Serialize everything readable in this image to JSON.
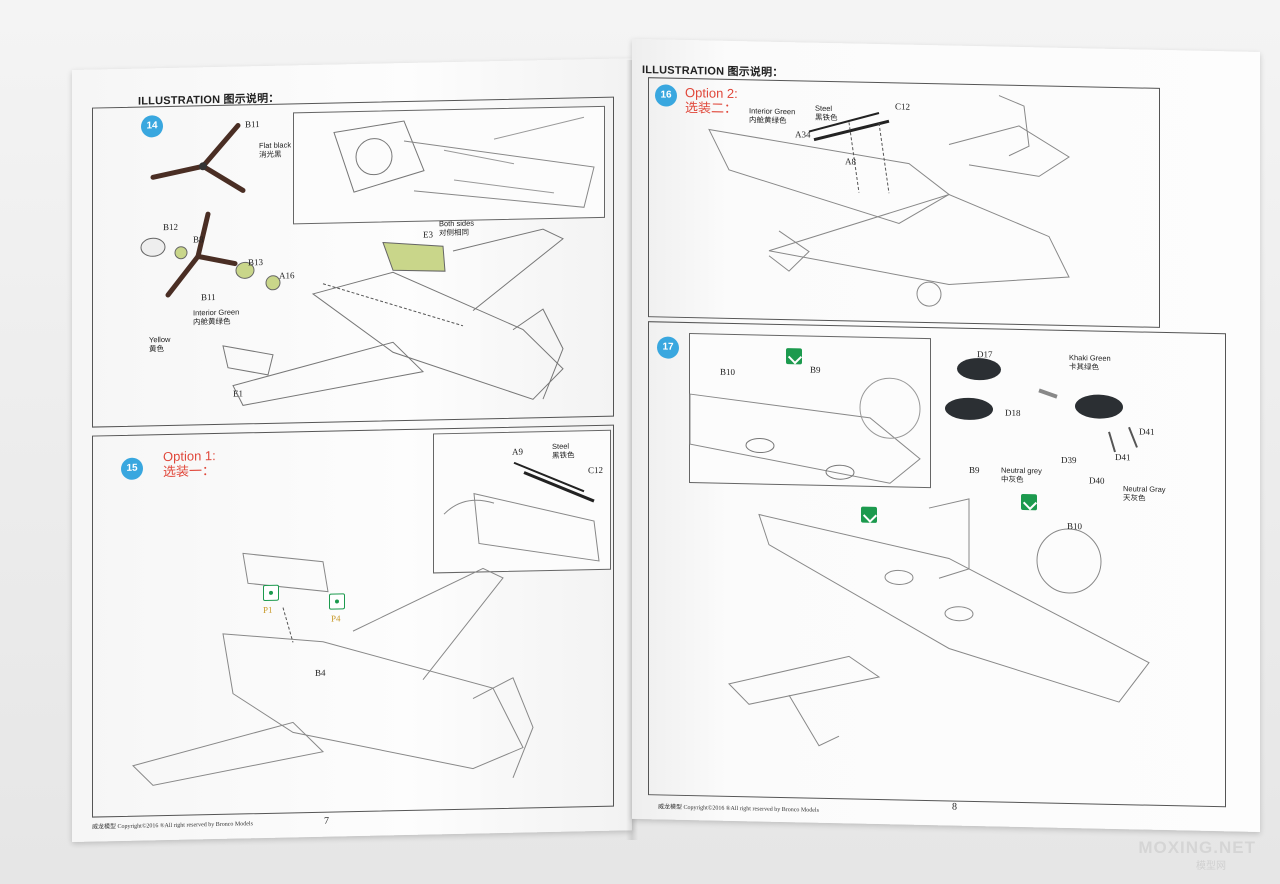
{
  "left_page": {
    "header": "ILLUSTRATION 图示说明：",
    "page_number": "7",
    "footer": "威龙模型   Copyright©2016 ®All right reserved by Bronco Models",
    "step14": {
      "number": "14",
      "parts": [
        "B11",
        "B12",
        "B8",
        "B11",
        "B13",
        "A16",
        "E3",
        "E1"
      ],
      "labels": {
        "flat_black": "Flat black\n消光黑",
        "interior_green": "Interior Green\n内舱黄绿色",
        "yellow": "Yellow\n黄色",
        "both_sides": "Both sides\n对侧相同"
      }
    },
    "step15": {
      "number": "15",
      "option": "Option 1:\n选装一：",
      "parts": [
        "A9",
        "C12",
        "P1",
        "P4",
        "B4"
      ],
      "labels": {
        "steel": "Steel\n黑铁色"
      }
    }
  },
  "right_page": {
    "header": "ILLUSTRATION 图示说明：",
    "page_number": "8",
    "footer": "威龙模型   Copyright©2016 ®All right reserved by Bronco Models",
    "step16": {
      "number": "16",
      "option": "Option 2:\n选装二：",
      "parts": [
        "C12",
        "A8",
        "A34"
      ],
      "labels": {
        "interior_green": "Interior Green\n内舱黄绿色",
        "steel": "Steel\n黑铁色"
      }
    },
    "step17": {
      "number": "17",
      "parts": [
        "B10",
        "B9",
        "D17",
        "D18",
        "D41",
        "D39",
        "D41",
        "D40",
        "B9",
        "B10"
      ],
      "labels": {
        "khaki_green": "Khaki Green\n卡其绿色",
        "neutral_grey": "Neutral grey\n中灰色",
        "neutral_gray": "Neutral Gray\n天灰色"
      }
    }
  },
  "watermark": {
    "main": "MOXING.NET",
    "sub": "模型网"
  },
  "colors": {
    "step_badge": "#39a7df",
    "option_text": "#e0473a",
    "decal_green": "#1c9a4e",
    "interior_green": "#c9d68a"
  }
}
